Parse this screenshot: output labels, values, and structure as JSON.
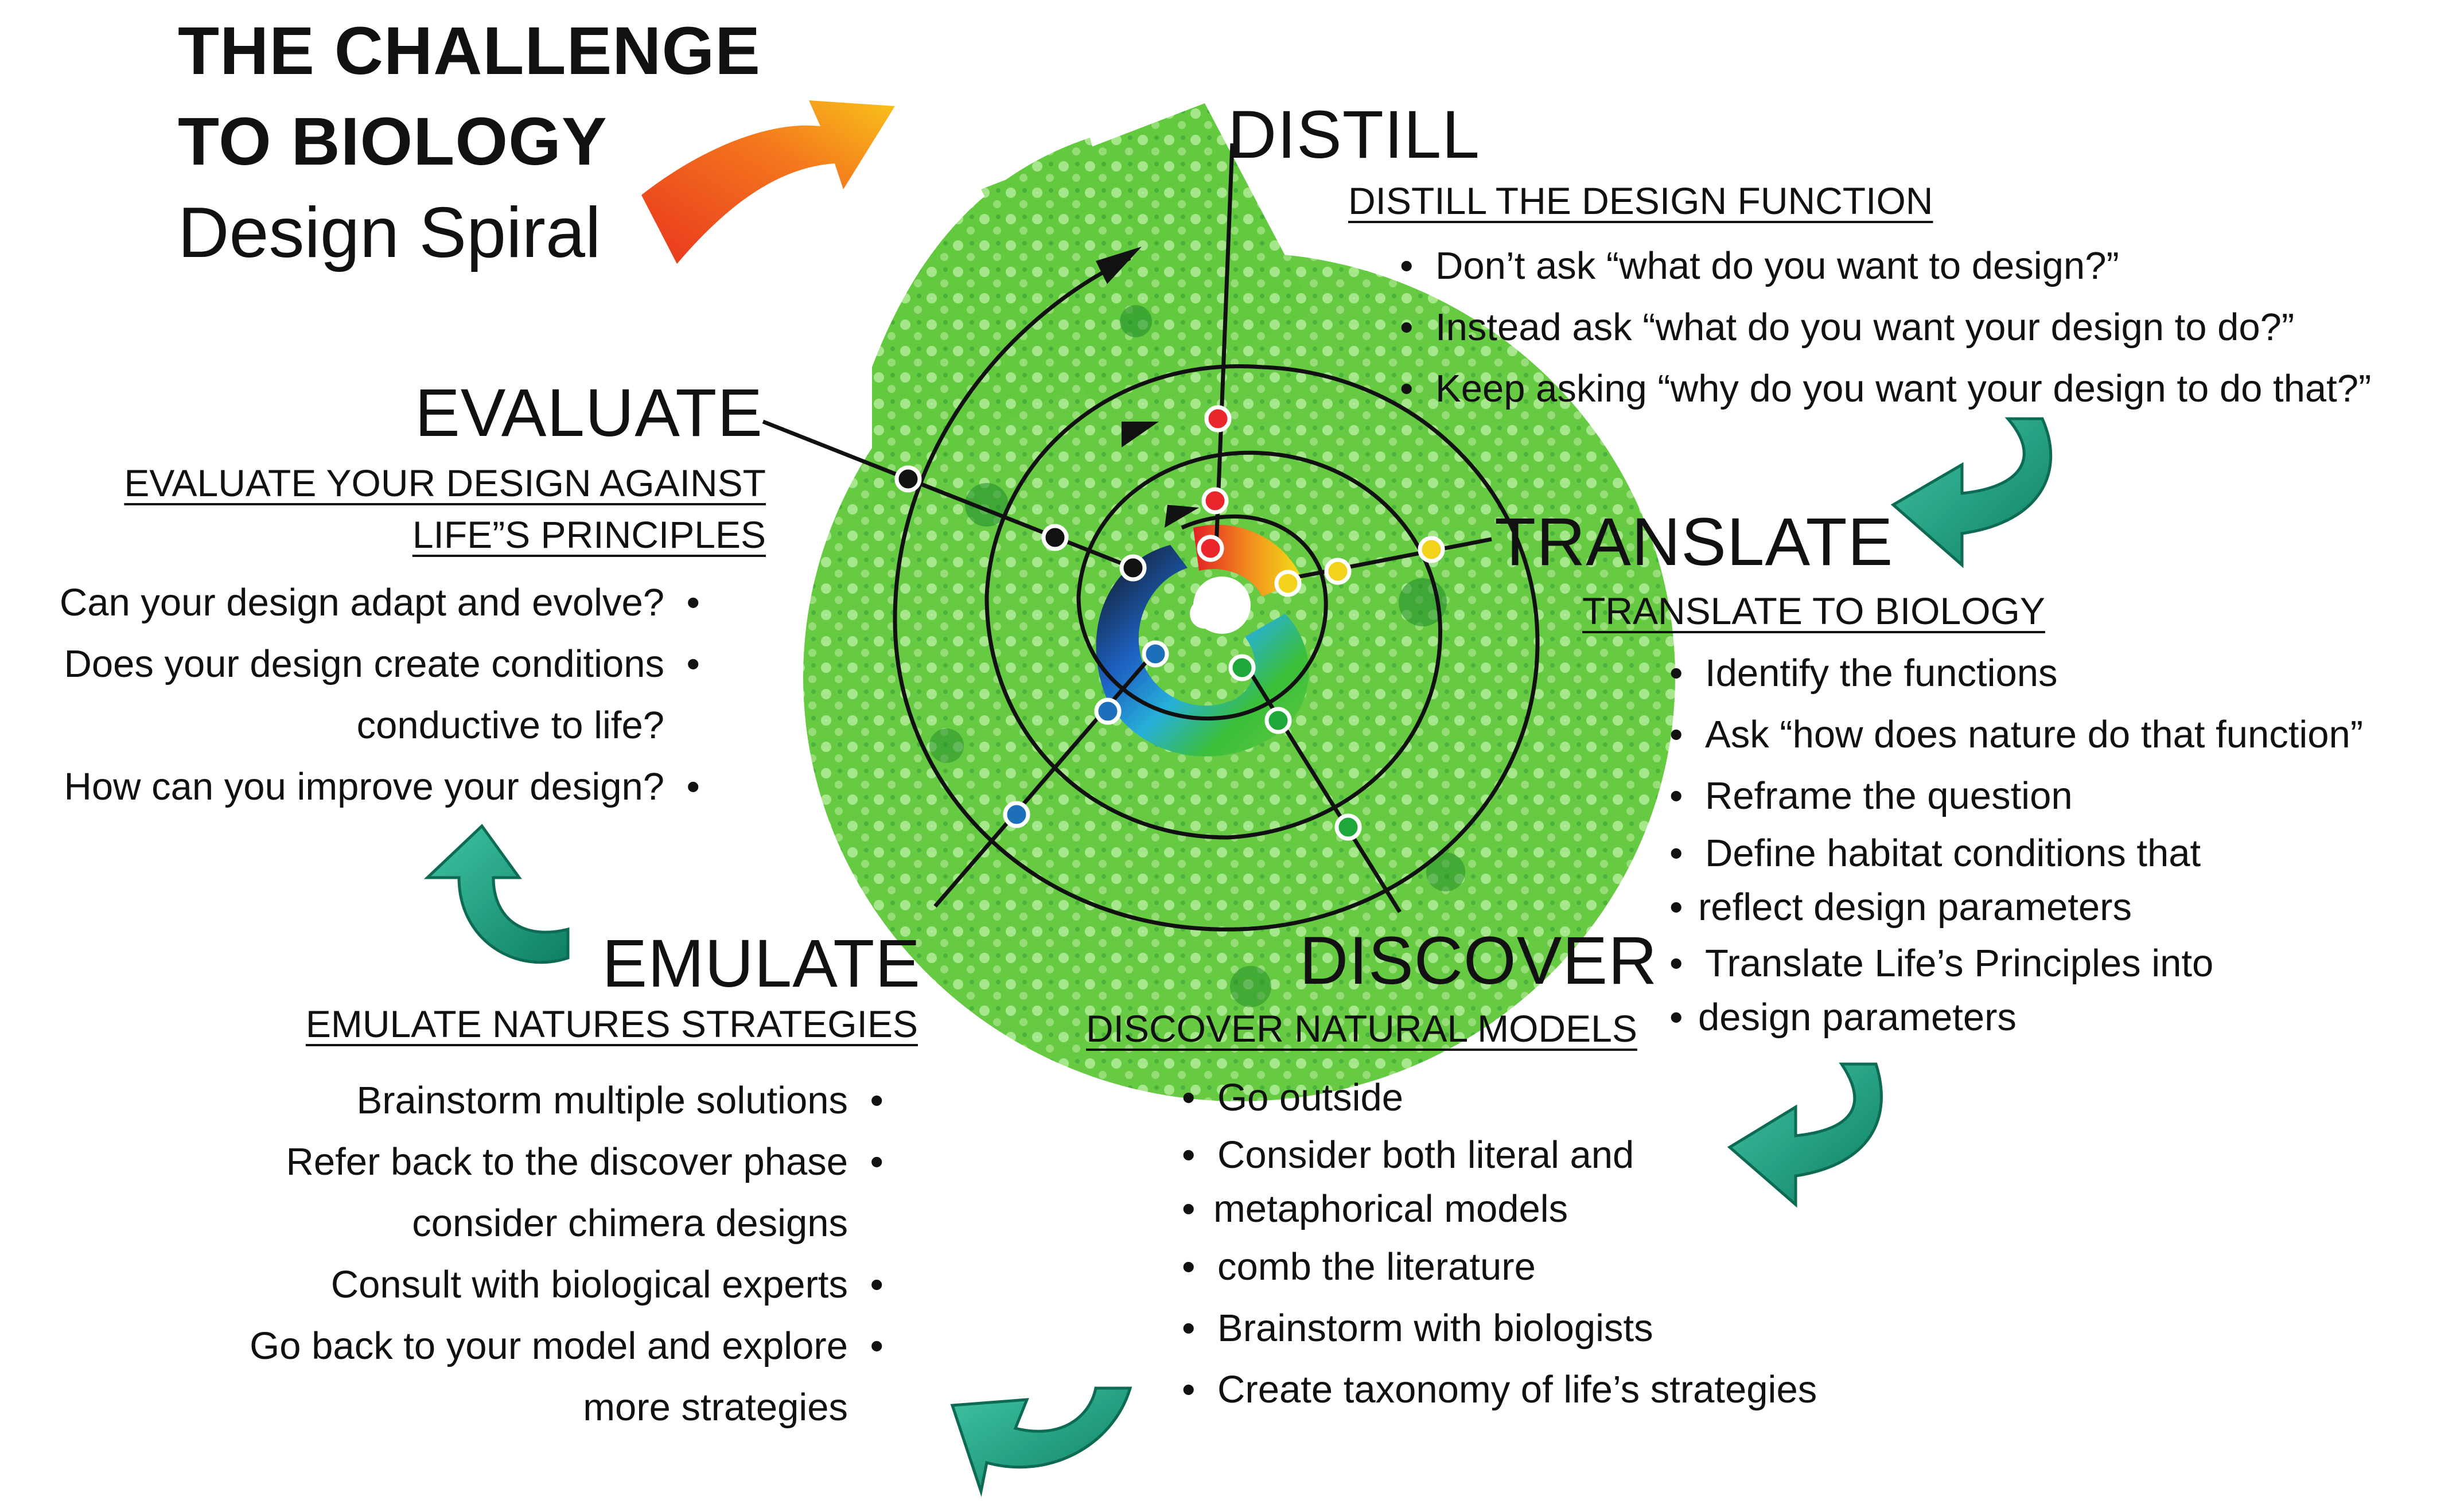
{
  "title": {
    "line1": "THE CHALLENGE",
    "line2": "TO BIOLOGY",
    "line3": "Design Spiral"
  },
  "distill": {
    "phase": "DISTILL",
    "subheading": "DISTILL THE DESIGN FUNCTION",
    "items": [
      "Don’t ask “what do you want to design?”",
      "Instead ask “what do you want your design to do?”",
      "Keep asking “why do you want your design to do that?”"
    ]
  },
  "evaluate": {
    "phase": "EVALUATE",
    "subheading_line1": "EVALUATE YOUR DESIGN AGAINST",
    "subheading_line2": "LIFE”S PRINCIPLES",
    "items": [
      "Can your design adapt and evolve?",
      "Does your design create conditions",
      "conductive to life?",
      "How can you improve your design?"
    ]
  },
  "translate": {
    "phase": "TRANSLATE",
    "subheading": "TRANSLATE TO BIOLOGY",
    "items": [
      "Identify the functions",
      "Ask “how does nature do that function”",
      "Reframe the question",
      "Define habitat conditions that",
      "reflect design parameters",
      "Translate Life’s Principles into",
      "design parameters"
    ]
  },
  "emulate": {
    "phase": "EMULATE",
    "subheading": "EMULATE NATURES STRATEGIES",
    "items": [
      "Brainstorm multiple solutions",
      "Refer back to the discover phase",
      "consider chimera designs",
      "Consult with biological experts",
      "Go back to your model and explore",
      "more strategies"
    ]
  },
  "discover": {
    "phase": "DISCOVER",
    "subheading": "DISCOVER NATURAL MODELS",
    "items": [
      "Go outside",
      "Consider both literal and",
      "metaphorical models",
      "comb the literature",
      "Brainstorm with biologists",
      "Create taxonomy of life’s strategies"
    ]
  },
  "colors": {
    "shell_green": "#5cc23a",
    "shell_dark": "#1f8a2a",
    "arrow_teal": "#1a9a7e",
    "arrow_orange": "#f25a1e",
    "distill_node": "#e8262b",
    "translate_node": "#f2d21b",
    "discover_node": "#1ea83c",
    "emulate_node": "#1c6fb8",
    "evaluate_node": "#111111"
  }
}
